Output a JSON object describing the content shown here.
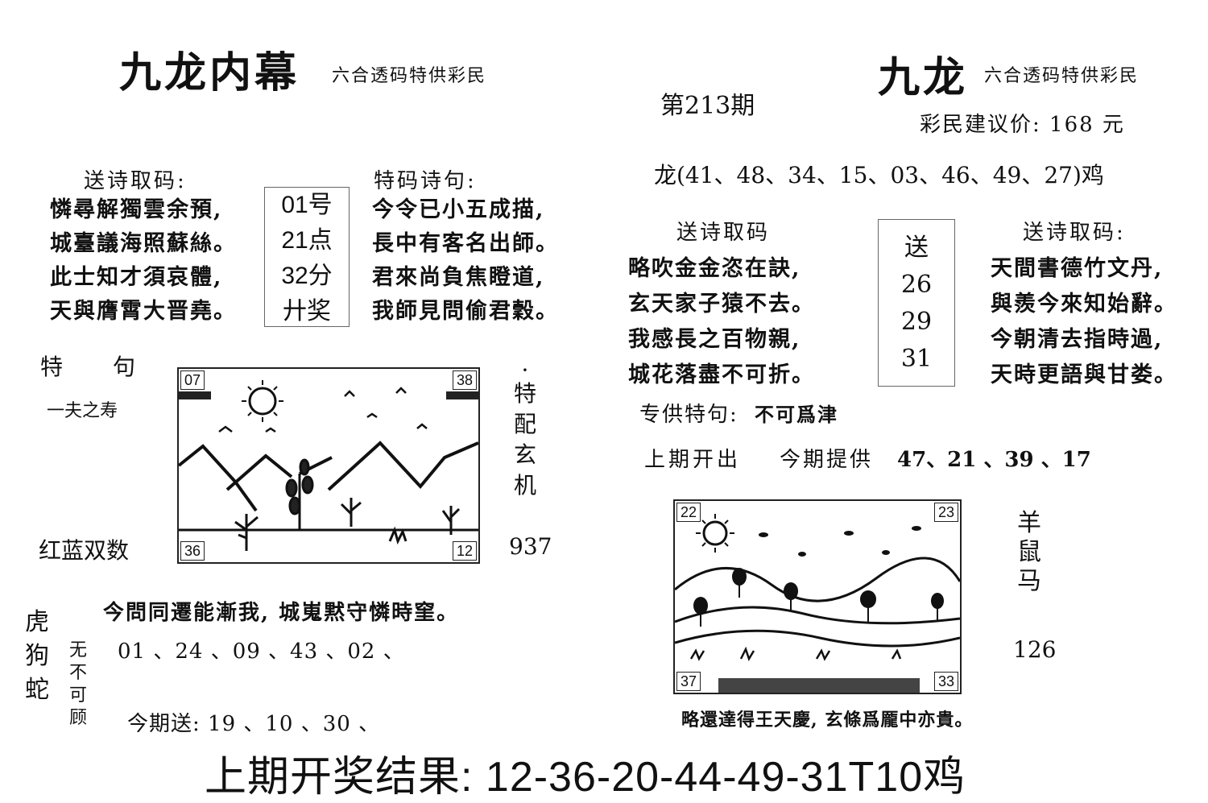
{
  "left": {
    "title": "九龙内幕",
    "subtitle": "六合透码特供彩民",
    "poem_label": "送诗取码:",
    "poem_lines": [
      "憐尋解獨雲余預,",
      "城臺議海照蘇絲。",
      "此士知才須哀體,",
      "天與膺霄大晋堯。"
    ],
    "draw_box": [
      "01号",
      "21点",
      "32分",
      "廾奖"
    ],
    "special_label": "特码诗句:",
    "special_lines": [
      "今令已小五成描,",
      "長中有客名出師。",
      "君來尚負焦瞪道,",
      "我師見問偷君穀。"
    ],
    "te_ju_label": "特　　句",
    "te_ju_text": "一夫之寿",
    "red_blue": "红蓝双数",
    "picture_corners": [
      "07",
      "38",
      "36",
      "12"
    ],
    "side_vertical": [
      "·",
      "特",
      "配",
      "玄",
      "机"
    ],
    "side_number": "937",
    "proverb": "今問同遷能漸我, 城嵬黙守憐時窐。",
    "zodiac_vertical": [
      "虎",
      "狗",
      "蛇"
    ],
    "no_care_vertical": [
      "无",
      "不",
      "可",
      "顾"
    ],
    "numbers_line": "01 、24 、09 、43 、02 、",
    "this_issue_label": "今期送:",
    "this_issue_numbers": "19 、10 、30 、"
  },
  "right": {
    "title": "九龙",
    "subtitle": "六合透码特供彩民",
    "issue": "第213期",
    "price": "彩民建议价: 168 元",
    "dragon_line": "龙(41、48、34、15、03、46、49、27)鸡",
    "poem_label_a": "送诗取码",
    "poem_lines_a": [
      "略吹金金恣在訣,",
      "玄天家子猿不去。",
      "我感長之百物親,",
      "城花落盡不可折。"
    ],
    "send_box": [
      "送",
      "26",
      "29",
      "31"
    ],
    "poem_label_b": "送诗取码:",
    "poem_lines_b": [
      "天間書德竹文丹,",
      "與羨今來知始辭。",
      "今朝清去指時過,",
      "天時更語與甘娄。"
    ],
    "special_label": "专供特句:",
    "special_text": "不可爲津",
    "last_issue_label": "上期开出",
    "this_issue_label": "今期提供",
    "this_issue_numbers": "47、21 、39 、17",
    "picture_corners": [
      "22",
      "23",
      "37",
      "33"
    ],
    "zodiac_vertical": [
      "羊",
      "鼠",
      "马"
    ],
    "side_number": "126",
    "caption": "略還達得王天慶, 玄條爲龎中亦貴。"
  },
  "footer": {
    "last_result": "上期开奖结果: 12-36-20-44-49-31T10鸡"
  }
}
